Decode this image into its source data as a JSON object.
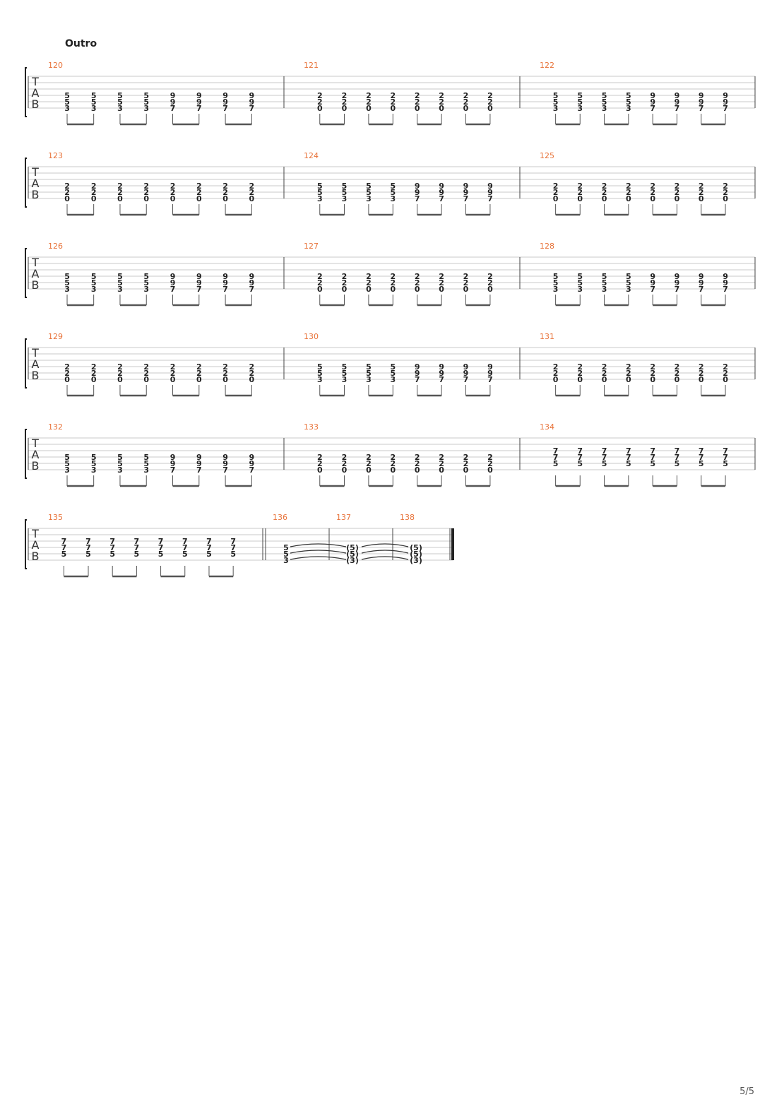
{
  "section": {
    "title": "Outro"
  },
  "page_number": "5/5",
  "clef_letters": [
    "T",
    "A",
    "B"
  ],
  "accent_color": "#e8733a",
  "systems": [
    {
      "measures": [
        {
          "number": "120",
          "beats": [
            [
              "5",
              "5",
              "3"
            ],
            [
              "5",
              "5",
              "3"
            ],
            [
              "5",
              "5",
              "3"
            ],
            [
              "5",
              "5",
              "3"
            ],
            [
              "9",
              "9",
              "7"
            ],
            [
              "9",
              "9",
              "7"
            ],
            [
              "9",
              "9",
              "7"
            ],
            [
              "9",
              "9",
              "7"
            ]
          ]
        },
        {
          "number": "121",
          "beats": [
            [
              "2",
              "2",
              "0"
            ],
            [
              "2",
              "2",
              "0"
            ],
            [
              "2",
              "2",
              "0"
            ],
            [
              "2",
              "2",
              "0"
            ],
            [
              "2",
              "2",
              "0"
            ],
            [
              "2",
              "2",
              "0"
            ],
            [
              "2",
              "2",
              "0"
            ],
            [
              "2",
              "2",
              "0"
            ]
          ]
        },
        {
          "number": "122",
          "beats": [
            [
              "5",
              "5",
              "3"
            ],
            [
              "5",
              "5",
              "3"
            ],
            [
              "5",
              "5",
              "3"
            ],
            [
              "5",
              "5",
              "3"
            ],
            [
              "9",
              "9",
              "7"
            ],
            [
              "9",
              "9",
              "7"
            ],
            [
              "9",
              "9",
              "7"
            ],
            [
              "9",
              "9",
              "7"
            ]
          ]
        }
      ]
    },
    {
      "measures": [
        {
          "number": "123",
          "beats": [
            [
              "2",
              "2",
              "0"
            ],
            [
              "2",
              "2",
              "0"
            ],
            [
              "2",
              "2",
              "0"
            ],
            [
              "2",
              "2",
              "0"
            ],
            [
              "2",
              "2",
              "0"
            ],
            [
              "2",
              "2",
              "0"
            ],
            [
              "2",
              "2",
              "0"
            ],
            [
              "2",
              "2",
              "0"
            ]
          ]
        },
        {
          "number": "124",
          "beats": [
            [
              "5",
              "5",
              "3"
            ],
            [
              "5",
              "5",
              "3"
            ],
            [
              "5",
              "5",
              "3"
            ],
            [
              "5",
              "5",
              "3"
            ],
            [
              "9",
              "9",
              "7"
            ],
            [
              "9",
              "9",
              "7"
            ],
            [
              "9",
              "9",
              "7"
            ],
            [
              "9",
              "9",
              "7"
            ]
          ]
        },
        {
          "number": "125",
          "beats": [
            [
              "2",
              "2",
              "0"
            ],
            [
              "2",
              "2",
              "0"
            ],
            [
              "2",
              "2",
              "0"
            ],
            [
              "2",
              "2",
              "0"
            ],
            [
              "2",
              "2",
              "0"
            ],
            [
              "2",
              "2",
              "0"
            ],
            [
              "2",
              "2",
              "0"
            ],
            [
              "2",
              "2",
              "0"
            ]
          ]
        }
      ]
    },
    {
      "measures": [
        {
          "number": "126",
          "beats": [
            [
              "5",
              "5",
              "3"
            ],
            [
              "5",
              "5",
              "3"
            ],
            [
              "5",
              "5",
              "3"
            ],
            [
              "5",
              "5",
              "3"
            ],
            [
              "9",
              "9",
              "7"
            ],
            [
              "9",
              "9",
              "7"
            ],
            [
              "9",
              "9",
              "7"
            ],
            [
              "9",
              "9",
              "7"
            ]
          ]
        },
        {
          "number": "127",
          "beats": [
            [
              "2",
              "2",
              "0"
            ],
            [
              "2",
              "2",
              "0"
            ],
            [
              "2",
              "2",
              "0"
            ],
            [
              "2",
              "2",
              "0"
            ],
            [
              "2",
              "2",
              "0"
            ],
            [
              "2",
              "2",
              "0"
            ],
            [
              "2",
              "2",
              "0"
            ],
            [
              "2",
              "2",
              "0"
            ]
          ]
        },
        {
          "number": "128",
          "beats": [
            [
              "5",
              "5",
              "3"
            ],
            [
              "5",
              "5",
              "3"
            ],
            [
              "5",
              "5",
              "3"
            ],
            [
              "5",
              "5",
              "3"
            ],
            [
              "9",
              "9",
              "7"
            ],
            [
              "9",
              "9",
              "7"
            ],
            [
              "9",
              "9",
              "7"
            ],
            [
              "9",
              "9",
              "7"
            ]
          ]
        }
      ]
    },
    {
      "measures": [
        {
          "number": "129",
          "beats": [
            [
              "2",
              "2",
              "0"
            ],
            [
              "2",
              "2",
              "0"
            ],
            [
              "2",
              "2",
              "0"
            ],
            [
              "2",
              "2",
              "0"
            ],
            [
              "2",
              "2",
              "0"
            ],
            [
              "2",
              "2",
              "0"
            ],
            [
              "2",
              "2",
              "0"
            ],
            [
              "2",
              "2",
              "0"
            ]
          ]
        },
        {
          "number": "130",
          "beats": [
            [
              "5",
              "5",
              "3"
            ],
            [
              "5",
              "5",
              "3"
            ],
            [
              "5",
              "5",
              "3"
            ],
            [
              "5",
              "5",
              "3"
            ],
            [
              "9",
              "9",
              "7"
            ],
            [
              "9",
              "9",
              "7"
            ],
            [
              "9",
              "9",
              "7"
            ],
            [
              "9",
              "9",
              "7"
            ]
          ]
        },
        {
          "number": "131",
          "beats": [
            [
              "2",
              "2",
              "0"
            ],
            [
              "2",
              "2",
              "0"
            ],
            [
              "2",
              "2",
              "0"
            ],
            [
              "2",
              "2",
              "0"
            ],
            [
              "2",
              "2",
              "0"
            ],
            [
              "2",
              "2",
              "0"
            ],
            [
              "2",
              "2",
              "0"
            ],
            [
              "2",
              "2",
              "0"
            ]
          ]
        }
      ]
    },
    {
      "measures": [
        {
          "number": "132",
          "beats": [
            [
              "5",
              "5",
              "3"
            ],
            [
              "5",
              "5",
              "3"
            ],
            [
              "5",
              "5",
              "3"
            ],
            [
              "5",
              "5",
              "3"
            ],
            [
              "9",
              "9",
              "7"
            ],
            [
              "9",
              "9",
              "7"
            ],
            [
              "9",
              "9",
              "7"
            ],
            [
              "9",
              "9",
              "7"
            ]
          ]
        },
        {
          "number": "133",
          "beats": [
            [
              "2",
              "2",
              "0"
            ],
            [
              "2",
              "2",
              "0"
            ],
            [
              "2",
              "2",
              "0"
            ],
            [
              "2",
              "2",
              "0"
            ],
            [
              "2",
              "2",
              "0"
            ],
            [
              "2",
              "2",
              "0"
            ],
            [
              "2",
              "2",
              "0"
            ],
            [
              "2",
              "2",
              "0"
            ]
          ]
        },
        {
          "number": "134",
          "beats": [
            [
              "7",
              "7",
              "5"
            ],
            [
              "7",
              "7",
              "5"
            ],
            [
              "7",
              "7",
              "5"
            ],
            [
              "7",
              "7",
              "5"
            ],
            [
              "7",
              "7",
              "5"
            ],
            [
              "7",
              "7",
              "5"
            ],
            [
              "7",
              "7",
              "5"
            ],
            [
              "7",
              "7",
              "5"
            ]
          ]
        }
      ]
    },
    {
      "measures": [
        {
          "number": "135",
          "beats": [
            [
              "7",
              "7",
              "5"
            ],
            [
              "7",
              "7",
              "5"
            ],
            [
              "7",
              "7",
              "5"
            ],
            [
              "7",
              "7",
              "5"
            ],
            [
              "7",
              "7",
              "5"
            ],
            [
              "7",
              "7",
              "5"
            ],
            [
              "7",
              "7",
              "5"
            ],
            [
              "7",
              "7",
              "5"
            ]
          ]
        },
        {
          "number": "136",
          "beats": [
            [
              "5",
              "5",
              "3"
            ]
          ]
        },
        {
          "number": "137",
          "beats": [
            [
              "(5)",
              "(5)",
              "(3)"
            ]
          ]
        },
        {
          "number": "138",
          "beats": [
            [
              "(5)",
              "(5)",
              "(3)"
            ]
          ]
        }
      ]
    }
  ]
}
